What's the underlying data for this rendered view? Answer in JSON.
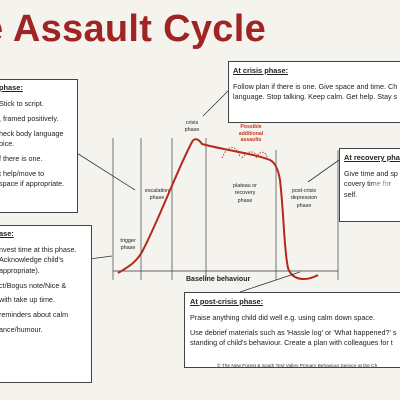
{
  "poster": {
    "title": "e Assault Cycle",
    "footer": "© The New Forest & South Test Valley Primary Behaviour Service at the Ch"
  },
  "boxes": {
    "before": {
      "heading": "phase:",
      "lines": [
        "Stick to script.",
        "",
        ", framed positively.",
        "",
        "heck body language",
        "oice.",
        "",
        "f there is one.",
        "",
        "t help/move to",
        "space if appropriate."
      ]
    },
    "crisis": {
      "heading": "At crisis phase:",
      "lines": [
        "Follow plan if there is one. Give space and time. Ch",
        "language. Stop talking. Keep calm. Get help. Stay s"
      ]
    },
    "recovery": {
      "heading": "At recovery pha",
      "lines": [
        "Give time and sp",
        "covery time for",
        "self."
      ]
    },
    "trigger": {
      "heading": "ase:",
      "lines": [
        "nvest time at this phase.",
        "Acknowledge child's",
        "appropriate).",
        "",
        "ct/Bogus note/Nice &",
        "",
        "with take up time.",
        "",
        "reminders about calm",
        "",
        "ance/humour."
      ]
    },
    "post": {
      "heading": "At post-crisis phase:",
      "lines": [
        "Praise anything child did well e.g. using calm down space.",
        "",
        "Use debrief materials such as 'Hassle log' or 'What happened?' s",
        "standing of child's behaviour. Create a plan with colleagues for t"
      ]
    }
  },
  "phases": {
    "trigger": [
      "trigger",
      "phase"
    ],
    "escalation": [
      "escalation",
      "phase"
    ],
    "crisis": [
      "crisis",
      "phase"
    ],
    "plateau": [
      "plateau or",
      "recovery",
      "phase"
    ],
    "post": [
      "post-crisis",
      "depression",
      "phase"
    ]
  },
  "labels": {
    "baseline": "Baseline behaviour",
    "extra": [
      "Possible",
      "additional",
      "assaults"
    ]
  },
  "colors": {
    "title": "#a02424",
    "curve": "#b4281e",
    "extra": "#c23a22"
  }
}
